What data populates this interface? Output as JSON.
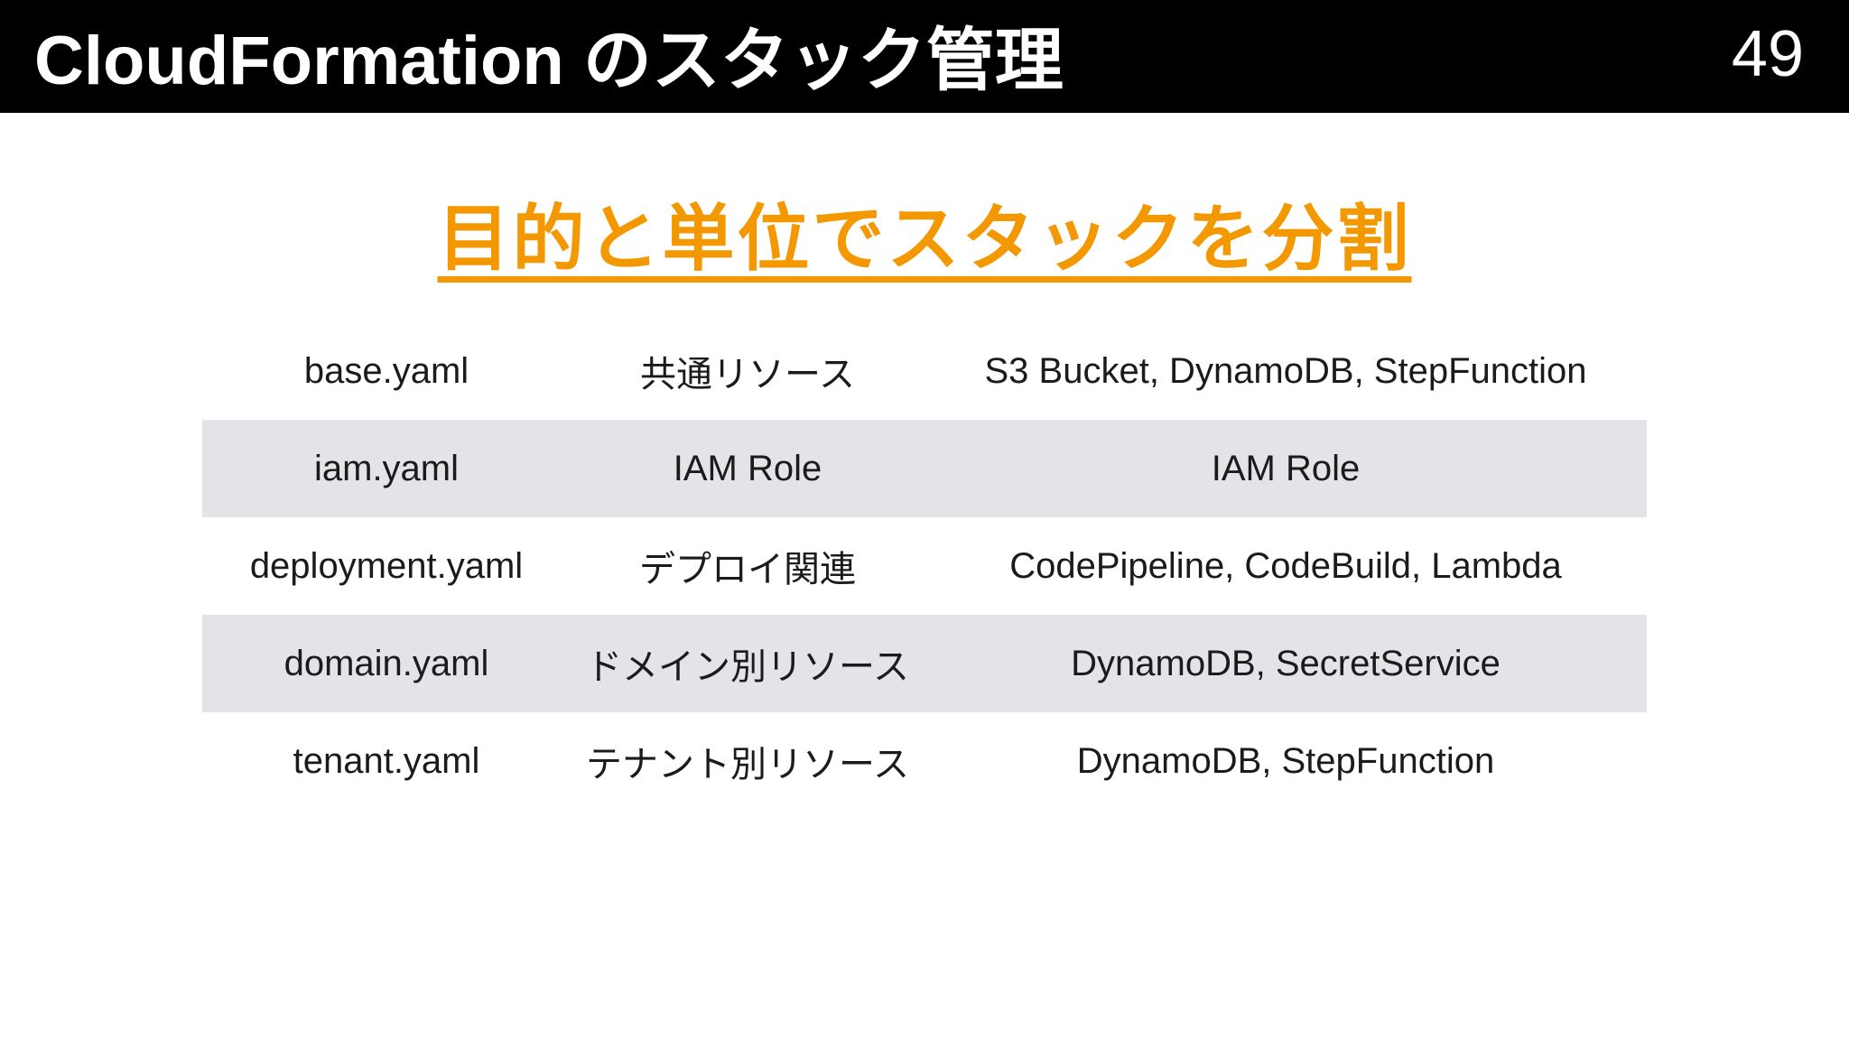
{
  "header": {
    "title": "CloudFormation のスタック管理",
    "page_number": "49"
  },
  "heading": {
    "text": "目的と単位でスタックを分割"
  },
  "stack_table": {
    "rows": [
      {
        "file": "base.yaml",
        "purpose": "共通リソース",
        "resources": "S3 Bucket, DynamoDB, StepFunction"
      },
      {
        "file": "iam.yaml",
        "purpose": "IAM Role",
        "resources": "IAM Role"
      },
      {
        "file": "deployment.yaml",
        "purpose": "デプロイ関連",
        "resources": "CodePipeline, CodeBuild, Lambda"
      },
      {
        "file": "domain.yaml",
        "purpose": "ドメイン別リソース",
        "resources": "DynamoDB, SecretService"
      },
      {
        "file": "tenant.yaml",
        "purpose": "テナント別リソース",
        "resources": "DynamoDB, StepFunction"
      }
    ]
  },
  "colors": {
    "accent_orange": "#f39800",
    "header_background": "#000000",
    "header_text": "#ffffff",
    "row_stripe": "#e4e4e8",
    "body_text": "#1b1b1b"
  }
}
